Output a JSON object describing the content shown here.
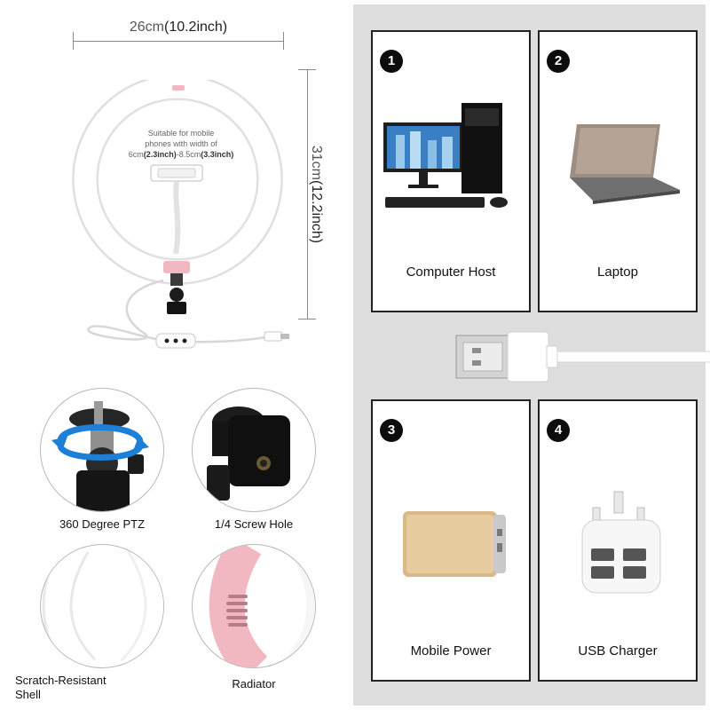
{
  "dimensions": {
    "width_value": "26cm",
    "width_inch": "(10.2inch)",
    "height_value": "31cm",
    "height_inch": "(12.2inch)"
  },
  "ring_light": {
    "caption_line1": "Suitable for mobile",
    "caption_line2": "phones with width of",
    "caption_min": "6cm",
    "caption_min_inch": "(2.3inch)",
    "caption_dash": "-",
    "caption_max": "8.5cm",
    "caption_max_inch": "(3.3inch)"
  },
  "features": [
    {
      "label": "360 Degree PTZ"
    },
    {
      "label": "1/4 Screw Hole"
    },
    {
      "label_line1": "Scratch-Resistant",
      "label_line2": "Shell"
    },
    {
      "label": "Radiator"
    }
  ],
  "power_sources": [
    {
      "number": "1",
      "label": "Computer Host"
    },
    {
      "number": "2",
      "label": "Laptop"
    },
    {
      "number": "3",
      "label": "Mobile Power"
    },
    {
      "number": "4",
      "label": "USB Charger"
    }
  ],
  "colors": {
    "panel_bg": "#dedede",
    "card_border": "#222222",
    "ring_white": "#ffffff",
    "radiator_pink": "#f2b8c2",
    "rotation_arrow_blue": "#1e7fd6",
    "power_bank_gold": "#d9b98a"
  },
  "icons": [
    "rotation-arrows-icon",
    "number-badge-icon",
    "usb-plug-icon"
  ]
}
